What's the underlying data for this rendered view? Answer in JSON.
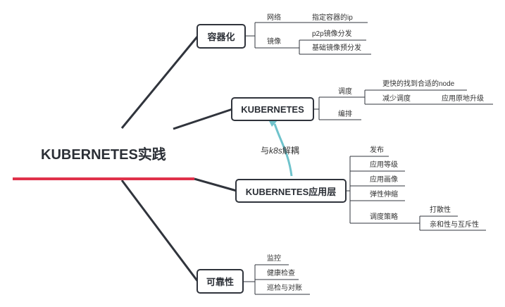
{
  "root": {
    "label": "KUBERNETES实践"
  },
  "branches": {
    "containerization": {
      "label": "容器化",
      "children": {
        "network": {
          "label": "网络",
          "sub": [
            "指定容器的ip"
          ]
        },
        "image": {
          "label": "镜像",
          "sub": [
            "p2p镜像分发",
            "基础镜像预分发"
          ]
        }
      }
    },
    "kubernetes": {
      "label": "KUBERNETES",
      "children": {
        "scheduling": {
          "label": "调度",
          "sub": [
            "更快的找到合适的node",
            "减少调度"
          ],
          "subsub": "应用原地升级"
        },
        "orchestration": {
          "label": "编排"
        }
      }
    },
    "app_layer": {
      "label": "KUBERNETES应用层",
      "children": [
        "发布",
        "应用等级",
        "应用画像",
        "弹性伸缩"
      ],
      "strategy": {
        "label": "调度策略",
        "sub": [
          "打散性",
          "亲和性与互斥性"
        ]
      }
    },
    "reliability": {
      "label": "可靠性",
      "children": [
        "监控",
        "健康检查",
        "巡检与对账"
      ]
    }
  },
  "relationship": {
    "label_prefix": "与",
    "label_em": "k8s",
    "label_suffix": "解耦"
  },
  "colors": {
    "line": "#30343c",
    "accent_red": "#e0314a",
    "relationship": "#6fc3cc"
  }
}
